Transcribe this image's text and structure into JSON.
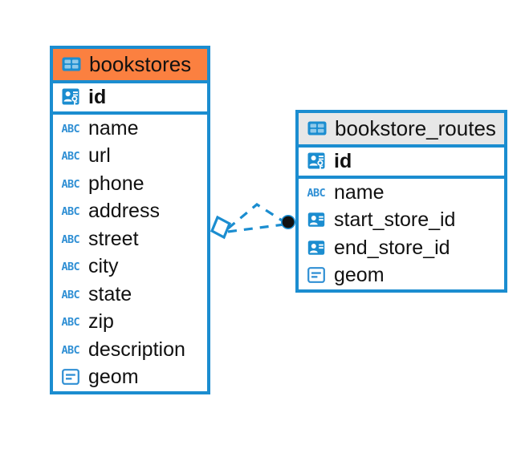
{
  "diagram": {
    "type": "entity-relationship-diagram",
    "background_color": "#ffffff",
    "accent_color": "#1b8dd0",
    "highlight_color": "#fb8040",
    "header_grey": "#e7e7e7"
  },
  "entities": [
    {
      "id": "bookstores",
      "name": "bookstores",
      "header_style": "accent-orange",
      "table_icon": "table-icon",
      "primary_key": {
        "name": "id",
        "icon": "primary-key-icon"
      },
      "fields": [
        {
          "name": "name",
          "icon": "text-abc-icon"
        },
        {
          "name": "url",
          "icon": "text-abc-icon"
        },
        {
          "name": "phone",
          "icon": "text-abc-icon"
        },
        {
          "name": "address",
          "icon": "text-abc-icon"
        },
        {
          "name": "street",
          "icon": "text-abc-icon"
        },
        {
          "name": "city",
          "icon": "text-abc-icon"
        },
        {
          "name": "state",
          "icon": "text-abc-icon"
        },
        {
          "name": "zip",
          "icon": "text-abc-icon"
        },
        {
          "name": "description",
          "icon": "text-abc-icon"
        },
        {
          "name": "geom",
          "icon": "geometry-icon"
        }
      ]
    },
    {
      "id": "bookstore_routes",
      "name": "bookstore_routes",
      "header_style": "accent-grey",
      "table_icon": "table-icon",
      "primary_key": {
        "name": "id",
        "icon": "primary-key-icon"
      },
      "fields": [
        {
          "name": "name",
          "icon": "text-abc-icon"
        },
        {
          "name": "start_store_id",
          "icon": "foreign-key-icon"
        },
        {
          "name": "end_store_id",
          "icon": "foreign-key-icon"
        },
        {
          "name": "geom",
          "icon": "geometry-icon"
        }
      ]
    }
  ],
  "relationships": [
    {
      "name": "start-store-relationship",
      "from_entity": "bookstores",
      "to_entity": "bookstore_routes",
      "from_marker": "diamond-open-marker",
      "to_marker": "filled-circle-marker",
      "line_style": "dashed"
    },
    {
      "name": "end-store-relationship",
      "from_entity": "bookstores",
      "to_entity": "bookstore_routes",
      "from_marker": "diamond-open-marker",
      "to_marker": "filled-circle-marker",
      "line_style": "dashed"
    }
  ]
}
